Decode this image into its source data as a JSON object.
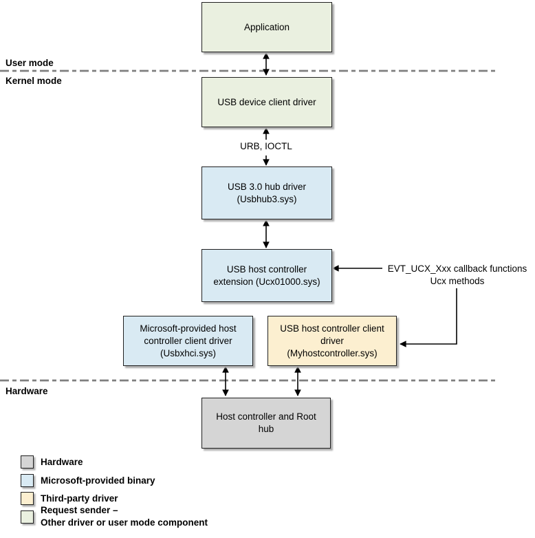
{
  "diagram": {
    "zones": {
      "user_mode_label": "User mode",
      "kernel_mode_label": "Kernel mode",
      "hardware_label": "Hardware"
    },
    "annotations": {
      "urb_ioctl": "URB, IOCTL",
      "ucx_callbacks_line1": "EVT_UCX_Xxx callback functions",
      "ucx_callbacks_line2": "Ucx methods"
    },
    "boxes": {
      "application": {
        "lines": [
          "Application"
        ],
        "fill": "#EAF0E0"
      },
      "usb_device_client_driver": {
        "lines": [
          "USB device client driver"
        ],
        "fill": "#EAF0E0"
      },
      "usb3_hub_driver": {
        "lines": [
          "USB 3.0 hub driver",
          "(Usbhub3.sys)"
        ],
        "fill": "#D9EAF3"
      },
      "usb_host_controller_extension": {
        "lines": [
          "USB host controller",
          "extension (Ucx01000.sys)"
        ],
        "fill": "#D9EAF3"
      },
      "microsoft_host_controller_client_driver": {
        "lines": [
          "Microsoft-provided host",
          "controller client driver",
          "(Usbxhci.sys)"
        ],
        "fill": "#D9EAF3"
      },
      "usb_host_controller_client_driver": {
        "lines": [
          "USB host controller client",
          "driver",
          "(Myhostcontroller.sys)"
        ],
        "fill": "#FCEFD0"
      },
      "host_controller_root_hub": {
        "lines": [
          "Host controller and Root",
          "hub"
        ],
        "fill": "#D5D5D5"
      }
    },
    "legend": {
      "items": [
        {
          "lines": [
            "Hardware"
          ],
          "color": "#D5D5D5"
        },
        {
          "lines": [
            "Microsoft-provided binary"
          ],
          "color": "#D9EAF3"
        },
        {
          "lines": [
            "Third-party driver"
          ],
          "color": "#FCEFD0"
        },
        {
          "lines": [
            "Request sender –",
            "Other driver or user mode component"
          ],
          "color": "#EAF0E0"
        }
      ]
    }
  }
}
